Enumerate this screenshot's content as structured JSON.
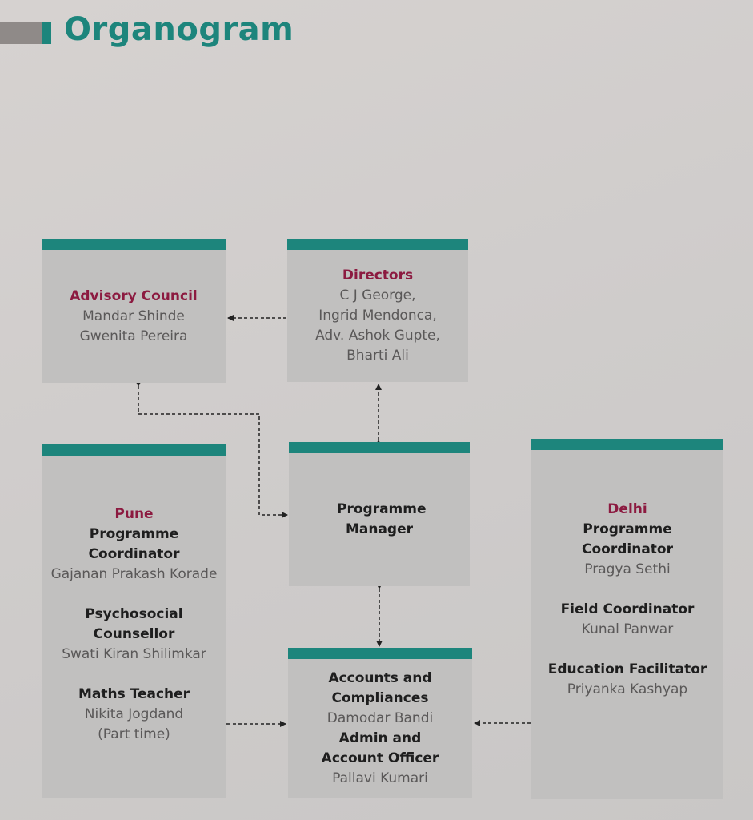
{
  "title": "Organogram",
  "colors": {
    "accent": "#1d857c",
    "heading": "#8c1a40"
  },
  "advisory": {
    "heading": "Advisory Council",
    "members": [
      "Mandar Shinde",
      "Gwenita Pereira"
    ]
  },
  "directors": {
    "heading": "Directors",
    "members": [
      "C J George,",
      "Ingrid Mendonca,",
      "Adv. Ashok Gupte,",
      "Bharti Ali"
    ]
  },
  "manager": {
    "role": "Programme Manager"
  },
  "pune": {
    "heading": "Pune",
    "roles": [
      {
        "role": "Programme Coordinator",
        "name": "Gajanan Prakash Korade"
      },
      {
        "role": "Psychosocial Counsellor",
        "name": "Swati Kiran Shilimkar"
      },
      {
        "role": "Maths Teacher",
        "name": "Nikita Jogdand",
        "note": "(Part time)"
      }
    ]
  },
  "delhi": {
    "heading": "Delhi",
    "roles": [
      {
        "role": "Programme Coordinator",
        "name": "Pragya Sethi"
      },
      {
        "role": "Field Coordinator",
        "name": "Kunal Panwar"
      },
      {
        "role": "Education Facilitator",
        "name": "Priyanka Kashyap"
      }
    ]
  },
  "accounts": {
    "roles": [
      {
        "role": "Accounts and Compliances",
        "name": "Damodar Bandi"
      },
      {
        "role": "Admin and Account Officer",
        "name": "Pallavi Kumari"
      }
    ]
  }
}
